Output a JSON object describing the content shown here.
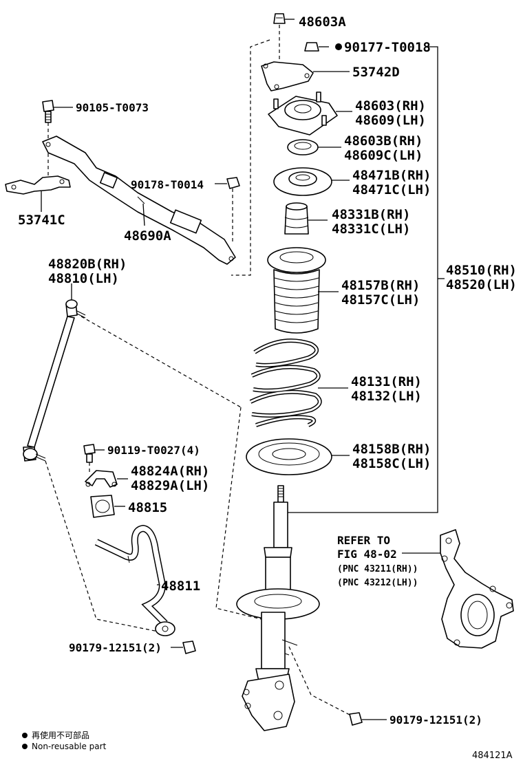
{
  "labels": {
    "nut_top": "48603A",
    "nut_top_nonreusable": "90177-T0018",
    "bracket": "53742D",
    "mount_rh": "48603(RH)",
    "mount_lh": "48609(LH)",
    "bearing_rh": "48603B(RH)",
    "bearing_lh": "48609C(LH)",
    "upper_seat_rh": "48471B(RH)",
    "upper_seat_lh": "48471C(LH)",
    "bumper_rh": "48331B(RH)",
    "bumper_lh": "48331C(LH)",
    "boot_rh": "48157B(RH)",
    "boot_lh": "48157C(LH)",
    "spring_rh": "48131(RH)",
    "spring_lh": "48132(LH)",
    "lower_insulator_rh": "48158B(RH)",
    "lower_insulator_lh": "48158C(LH)",
    "strut_assy_rh": "48510(RH)",
    "strut_assy_lh": "48520(LH)",
    "refer_line1": "REFER TO",
    "refer_line2": "FIG 48-02",
    "refer_pnc1": "(PNC 43211(RH))",
    "refer_pnc2": "(PNC 43212(LH))",
    "bolt_brace": "90105-T0073",
    "brace_bracket": "53741C",
    "brace_nut": "90178-T0014",
    "brace": "48690A",
    "link_rh": "48820B(RH)",
    "link_lh": "48810(LH)",
    "bush_bolt": "90119-T0027(4)",
    "bush_bracket_rh": "48824A(RH)",
    "bush_bracket_lh": "48829A(LH)",
    "bushing": "48815",
    "stabilizer_bar": "48811",
    "link_nut": "90179-12151(2)",
    "strut_nut": "90179-12151(2)"
  },
  "legend": {
    "jp": "再使用不可部品",
    "en": "Non-reusable part"
  },
  "figure_id": "484121A",
  "colors": {
    "ink": "#000000",
    "paper": "#ffffff"
  }
}
